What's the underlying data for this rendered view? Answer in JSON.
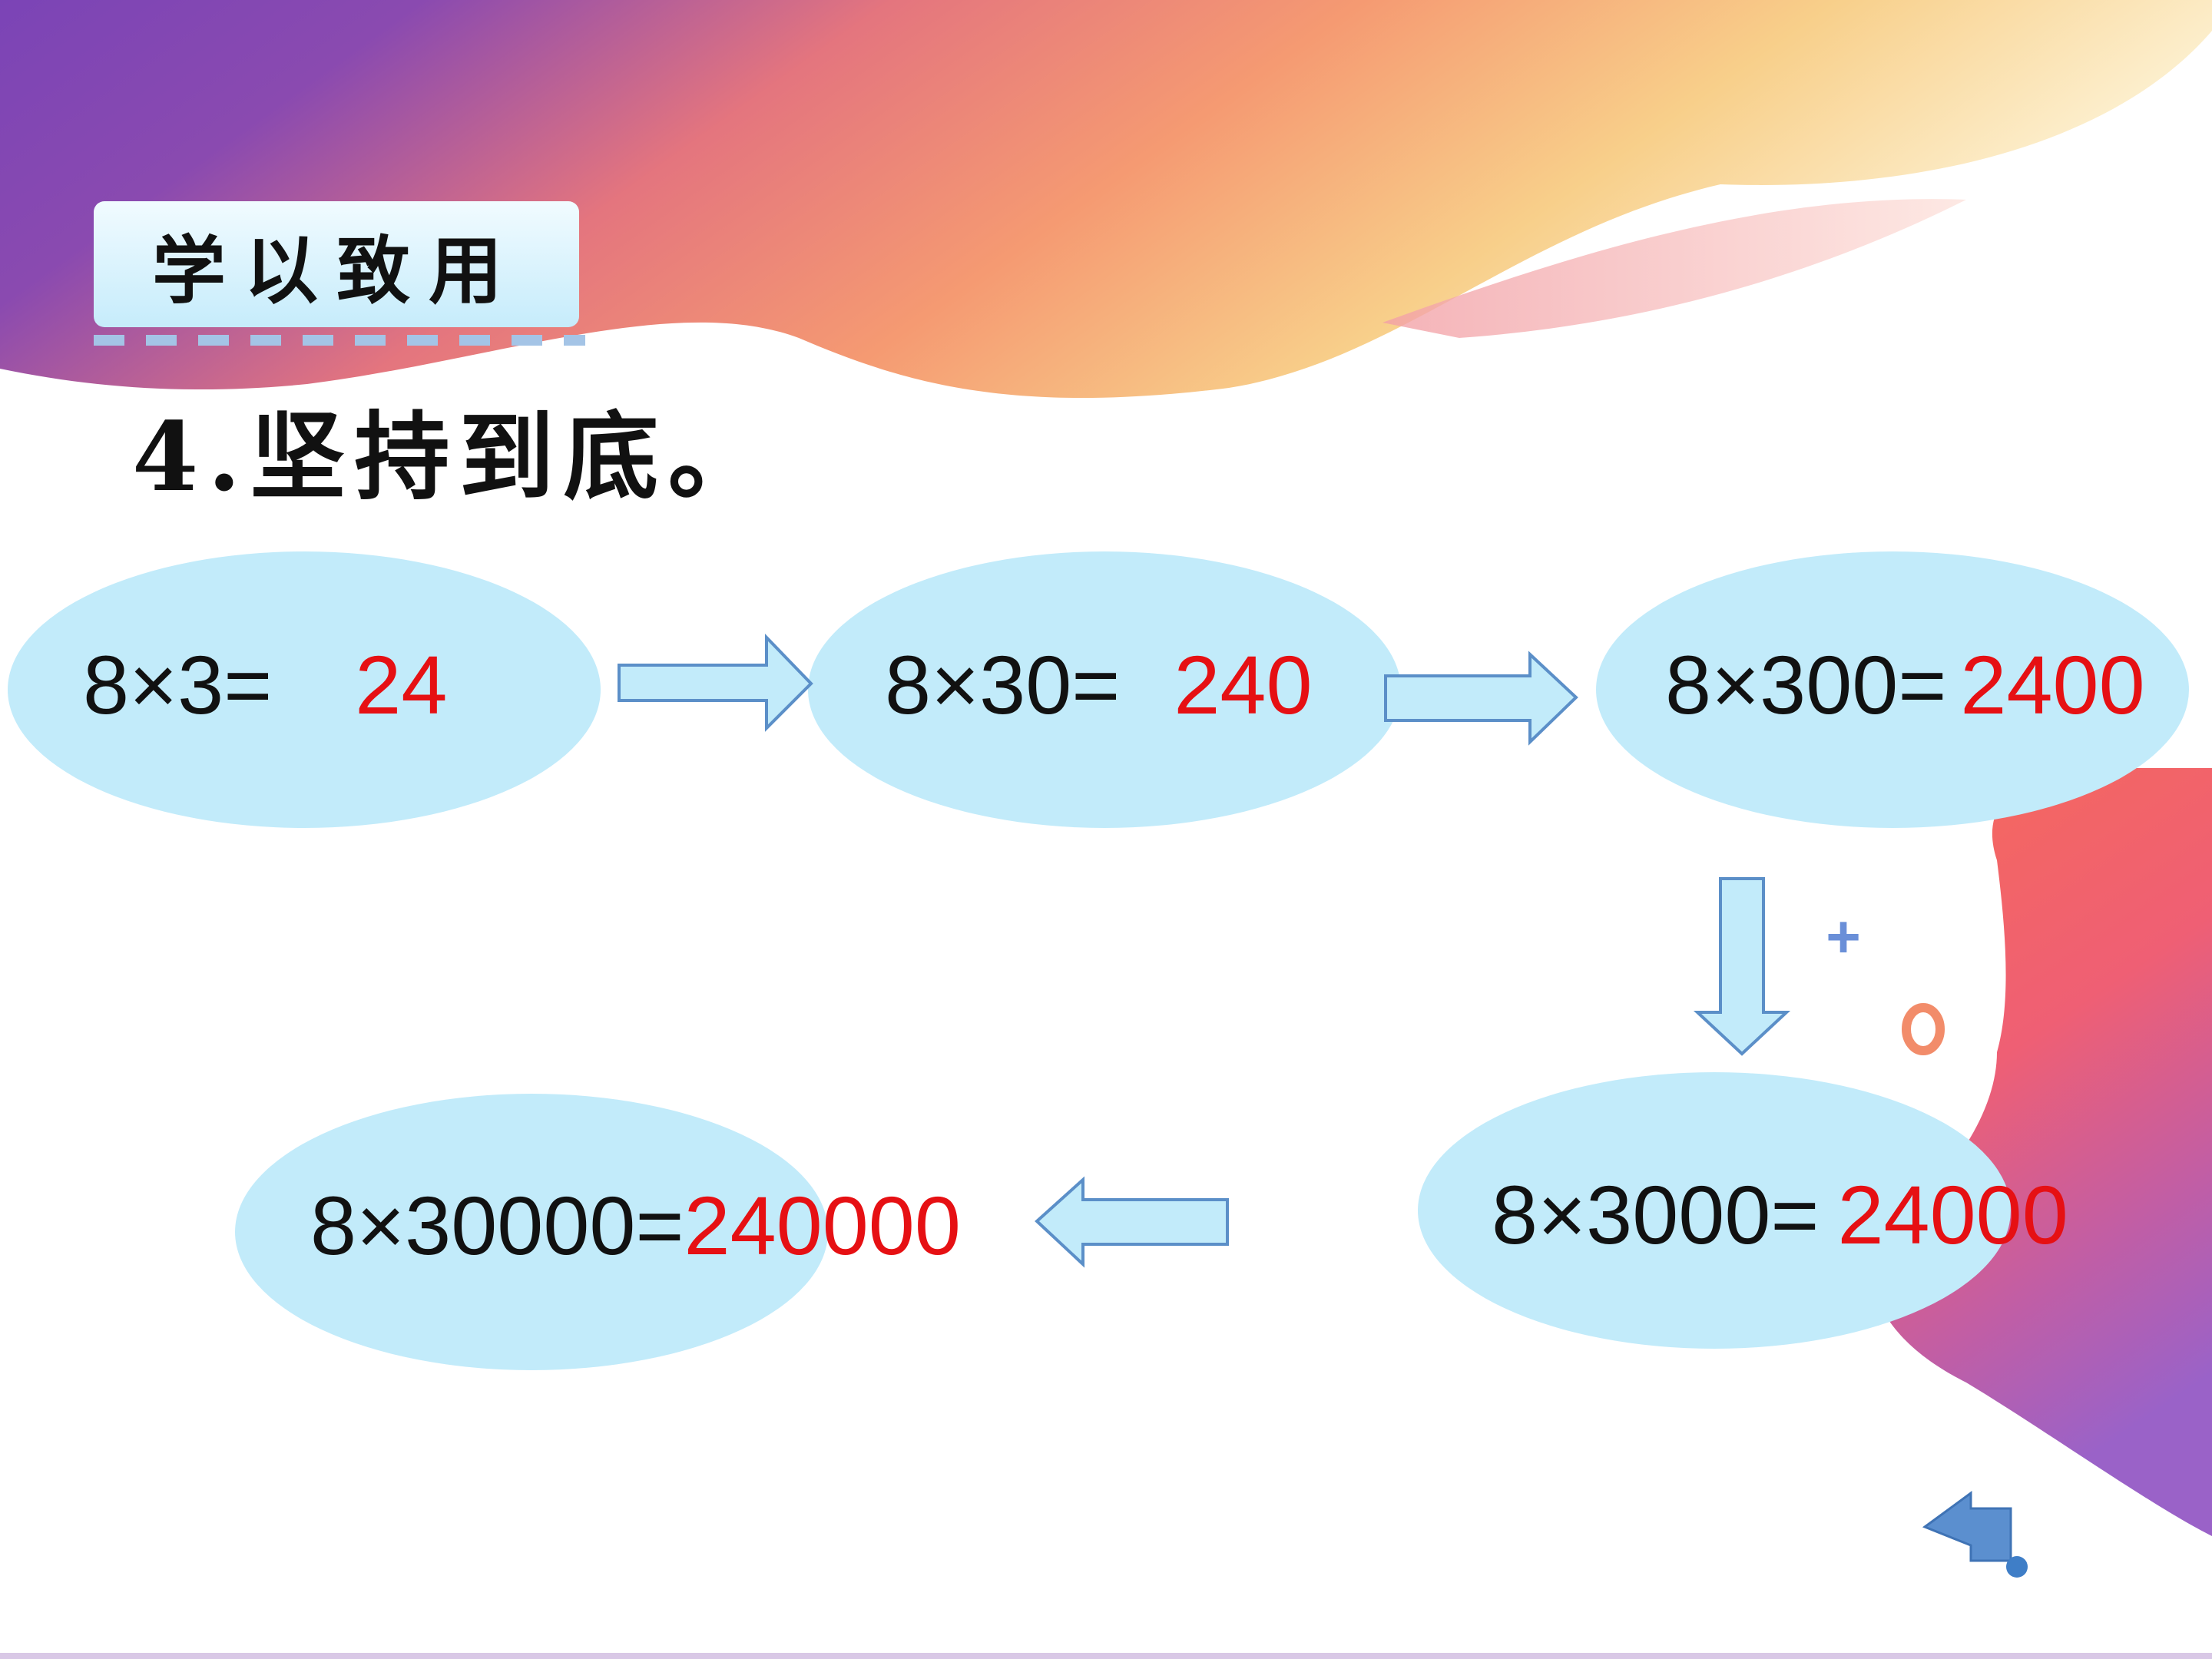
{
  "slide": {
    "section_label": "学以致用",
    "problem_title": "4.坚持到底。"
  },
  "equations": [
    {
      "expression": "8×3=",
      "answer": "24"
    },
    {
      "expression": "8×30=",
      "answer": "240"
    },
    {
      "expression": "8×300=",
      "answer": "2400"
    },
    {
      "expression": "8×3000=",
      "answer": "24000"
    },
    {
      "expression": "8×30000=",
      "answer": "240000"
    }
  ],
  "decor": {
    "plus_symbol": "+",
    "ring_color": "#f28c6a",
    "answer_color": "#e61013",
    "bubble_color": "#c2ebfa",
    "arrow_fill": "#c2ebfa",
    "arrow_stroke": "#5b8fc8",
    "back_button_icon": "back-arrow-icon",
    "back_button_color": "#5b8fcf"
  }
}
